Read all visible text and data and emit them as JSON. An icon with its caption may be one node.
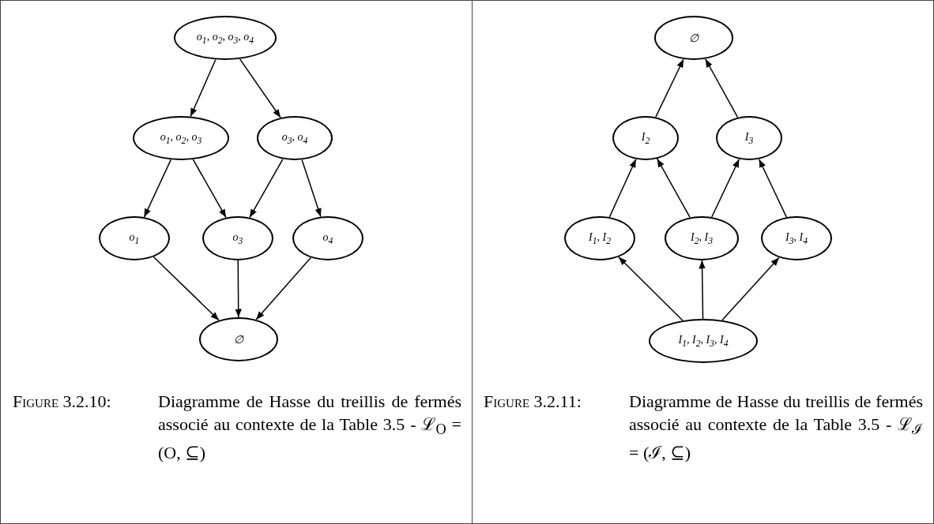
{
  "diagram": {
    "nodes": [
      {
        "text": [
          "o$_{1}$, o$_{2}$, o$_{3}$, o$_{4}$"
        ]
      },
      {
        "text": [
          "o$_{1}$, o$_{2}$, o$_{3}$"
        ]
      },
      {
        "text": [
          "o$_{3}$, o$_{4}$"
        ]
      },
      {
        "text": [
          "o$_{1}$"
        ]
      },
      {
        "text": [
          "o$_{3}$"
        ]
      },
      {
        "text": [
          "o$_{4}$"
        ]
      },
      {
        "text": [
          "∅"
        ]
      },
      {
        "text": [
          "∅"
        ]
      },
      {
        "text": [
          "I$_{2}$"
        ]
      },
      {
        "text": [
          "I$_{3}$"
        ]
      },
      {
        "text": [
          "I$_{1}$, I$_{2}$"
        ]
      },
      {
        "text": [
          "I$_{2}$, I$_{3}$"
        ]
      },
      {
        "text": [
          "I$_{3}$, I$_{4}$"
        ]
      },
      {
        "text": [
          "I$_{1}$, I$_{2}$, I$_{3}$, I$_{4}$"
        ]
      }
    ],
    "edges": [
      {
        "from": 0,
        "to": 1,
        "arrow": "to"
      },
      {
        "from": 0,
        "to": 2,
        "arrow": "to"
      },
      {
        "from": 1,
        "to": 3,
        "arrow": "to"
      },
      {
        "from": 1,
        "to": 4,
        "arrow": "to"
      },
      {
        "from": 2,
        "to": 4,
        "arrow": "to"
      },
      {
        "from": 2,
        "to": 5,
        "arrow": "to"
      },
      {
        "from": 3,
        "to": 6,
        "arrow": "to"
      },
      {
        "from": 4,
        "to": 6,
        "arrow": "to"
      },
      {
        "from": 5,
        "to": 6,
        "arrow": "to"
      },
      {
        "from": 8,
        "to": 7,
        "arrow": "to"
      },
      {
        "from": 9,
        "to": 7,
        "arrow": "to"
      },
      {
        "from": 10,
        "to": 8,
        "arrow": "to"
      },
      {
        "from": 11,
        "to": 8,
        "arrow": "to"
      },
      {
        "from": 11,
        "to": 9,
        "arrow": "to"
      },
      {
        "from": 12,
        "to": 9,
        "arrow": "to"
      },
      {
        "from": 13,
        "to": 10,
        "arrow": "to"
      },
      {
        "from": 13,
        "to": 11,
        "arrow": "to"
      },
      {
        "from": 13,
        "to": 12,
        "arrow": "to"
      }
    ],
    "labels": [
      "Figure 3.2.10:",
      "Diagramme de Hasse du treillis de fermés associé au contexte de la Table 3.5 - ℒ$_{O}$ = (O, ⊆)",
      "Figure 3.2.11:",
      "Diagramme de Hasse du treillis de fermés associé au contexte de la Table 3.5 - ℒ$_{ℐ}$ = (ℐ, ⊆)"
    ]
  }
}
